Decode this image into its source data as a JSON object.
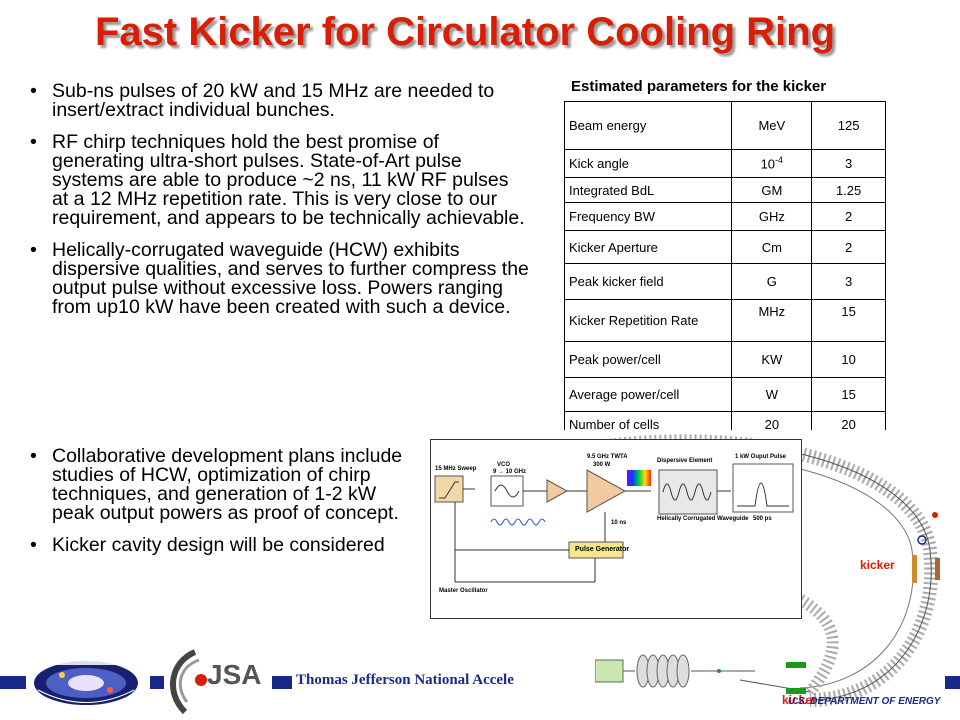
{
  "slide": {
    "title": "Fast Kicker for Circulator Cooling Ring",
    "bullets_top": [
      "Sub-ns pulses of 20 kW and 15 MHz are needed to insert/extract individual bunches.",
      "RF chirp techniques hold the best promise of generating ultra-short pulses. State-of-Art pulse systems are able to produce ~2 ns, 11 kW RF pulses at a 12 MHz repetition rate. This is very close to our requirement, and appears to be technically achievable.",
      "Helically-corrugated waveguide (HCW) exhibits dispersive qualities, and serves to further compress the output pulse without excessive loss. Powers ranging from up10 kW have been created with such a device."
    ],
    "bullets_bottom": [
      "Collaborative development plans include studies of HCW, optimization of chirp techniques, and generation of 1-2 kW peak output powers as proof of concept.",
      "Kicker cavity design will be considered"
    ]
  },
  "params": {
    "title": "Estimated parameters for the kicker",
    "rows": [
      {
        "name": "Beam energy",
        "unit": "MeV",
        "value": "125"
      },
      {
        "name": "Kick angle",
        "unit": "10",
        "unit_sup": "-4",
        "value": "3"
      },
      {
        "name": "Integrated BdL",
        "unit": "GM",
        "value": "1.25"
      },
      {
        "name": "Frequency  BW",
        "unit": "GHz",
        "value": "2"
      },
      {
        "name": "Kicker Aperture",
        "unit": "Cm",
        "value": "2"
      },
      {
        "name": "Peak kicker field",
        "unit": "G",
        "value": "3"
      },
      {
        "name": "Kicker Repetition Rate",
        "unit": "MHz",
        "value": "15"
      },
      {
        "name": "Peak power/cell",
        "unit": "KW",
        "value": "10"
      },
      {
        "name": "Average power/cell",
        "unit": "W",
        "value": "15"
      },
      {
        "name": "Number  of cells",
        "unit": "20",
        "value": "20"
      }
    ]
  },
  "diagram": {
    "sweep": "15 MHz Sweep",
    "vco": "VCO",
    "vco_range": "9 → 10 GHz",
    "twta": "9.5 GHz TWTA",
    "twta_power": "300 W",
    "dispersive": "Dispersive Element",
    "output_pulse": "1 kW Ouput Pulse",
    "hcw": "Helically Corrugated Waveguide",
    "pulse_width": "500 ps",
    "ns_label": "10 ns",
    "pulse_gen": "Pulse Generator",
    "master_osc": "Master Oscillator"
  },
  "ring": {
    "kicker_label_1": "kicker",
    "kicker_label_2": "kicker"
  },
  "footer": {
    "lab_text": "Thomas Jefferson National Accele",
    "doe_text": "U.S. DEPARTMENT OF ENERGY"
  },
  "colors": {
    "title": "#d81e05",
    "footer_blue": "#1a2a8c",
    "kicker_red": "#d81e05"
  }
}
